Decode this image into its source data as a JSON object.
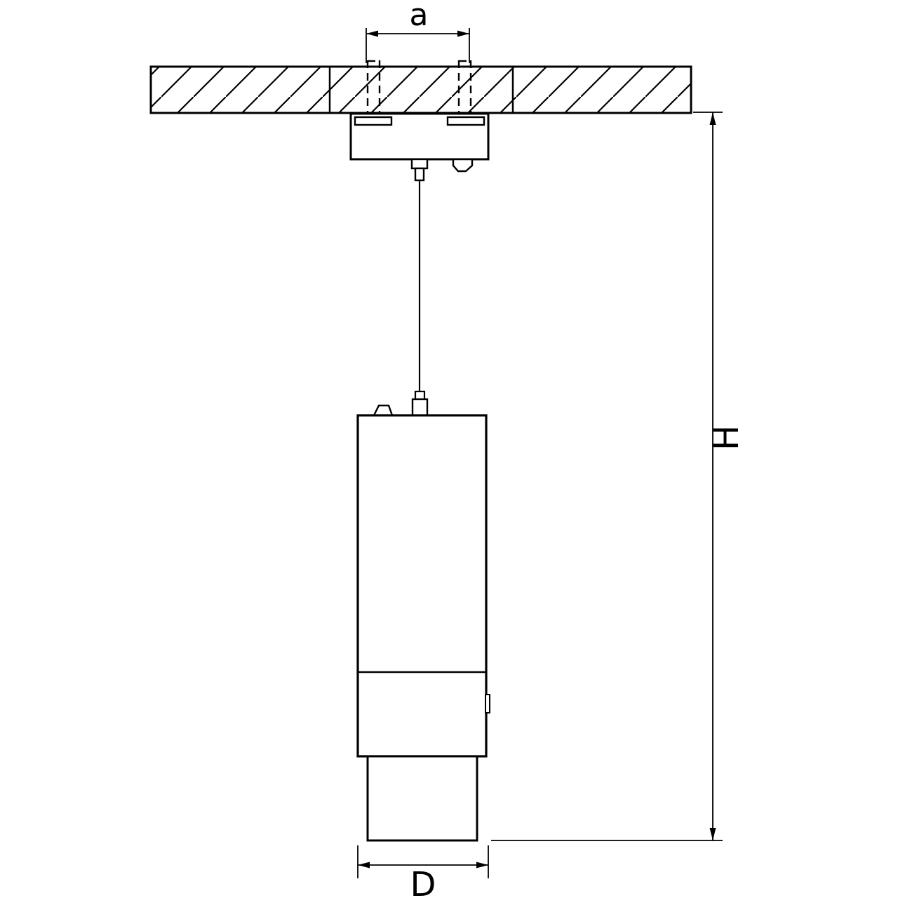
{
  "diagram": {
    "labels": {
      "mount_hole_spacing": "a",
      "overall_height": "H",
      "diameter": "D"
    },
    "line_color": "#000000",
    "background_color": "#ffffff"
  }
}
